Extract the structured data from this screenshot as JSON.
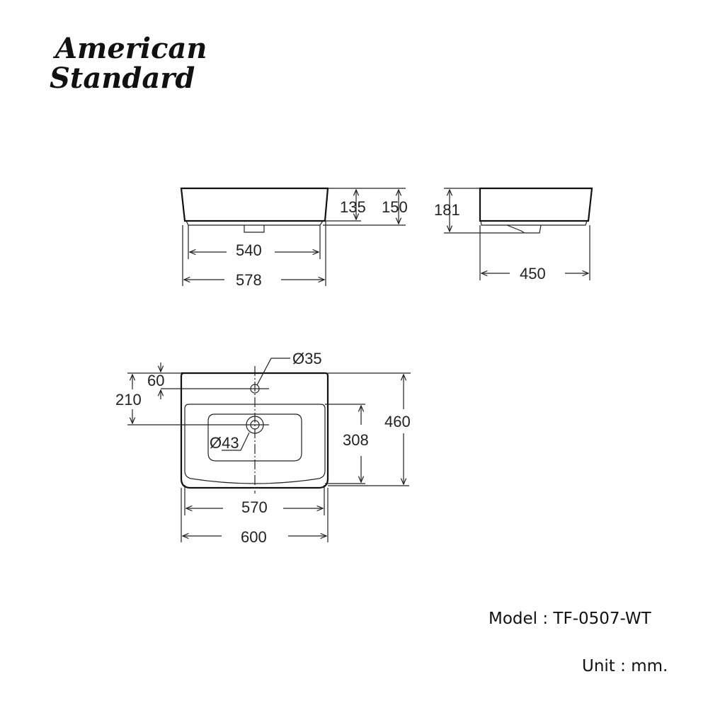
{
  "brand": {
    "line1": "American",
    "line2": "Standard"
  },
  "front_view": {
    "height_inner": "135",
    "height_total": "150",
    "width_base": "540",
    "width_total": "578"
  },
  "side_view": {
    "height_total": "181",
    "depth": "450"
  },
  "top_view": {
    "tap_hole_diameter": "Ø35",
    "drain_diameter": "Ø43",
    "tap_hole_offset": "60",
    "drain_offset": "210",
    "basin_depth": "308",
    "total_depth": "460",
    "basin_width": "570",
    "total_width": "600"
  },
  "info": {
    "model": "Model : TF-0507-WT",
    "unit": "Unit : mm."
  }
}
